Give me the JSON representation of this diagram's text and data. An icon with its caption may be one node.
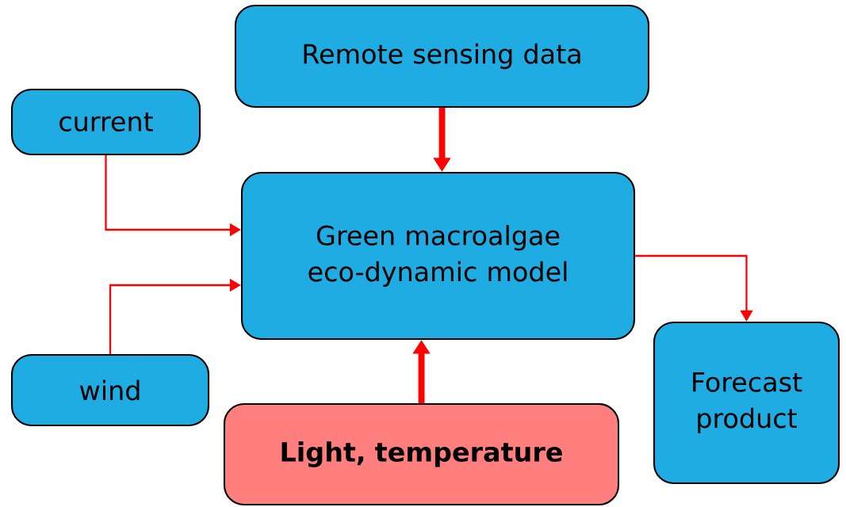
{
  "diagram": {
    "nodes": [
      {
        "text": [
          "Remote sensing data"
        ]
      },
      {
        "text": [
          "current"
        ]
      },
      {
        "text": [
          "Green macroalgae eco-dynamic model"
        ]
      },
      {
        "text": [
          "wind"
        ]
      },
      {
        "text": [
          "Forecast product"
        ]
      },
      {
        "text": [
          "Light, temperature"
        ]
      }
    ],
    "edges": [
      {
        "from": 0,
        "to": 2,
        "arrow": "to",
        "style": "thick"
      },
      {
        "from": 1,
        "to": 2,
        "arrow": "to"
      },
      {
        "from": 3,
        "to": 2,
        "arrow": "to"
      },
      {
        "from": 2,
        "to": 4,
        "arrow": "to"
      },
      {
        "from": 5,
        "to": 2,
        "arrow": "to",
        "style": "thick"
      }
    ]
  }
}
